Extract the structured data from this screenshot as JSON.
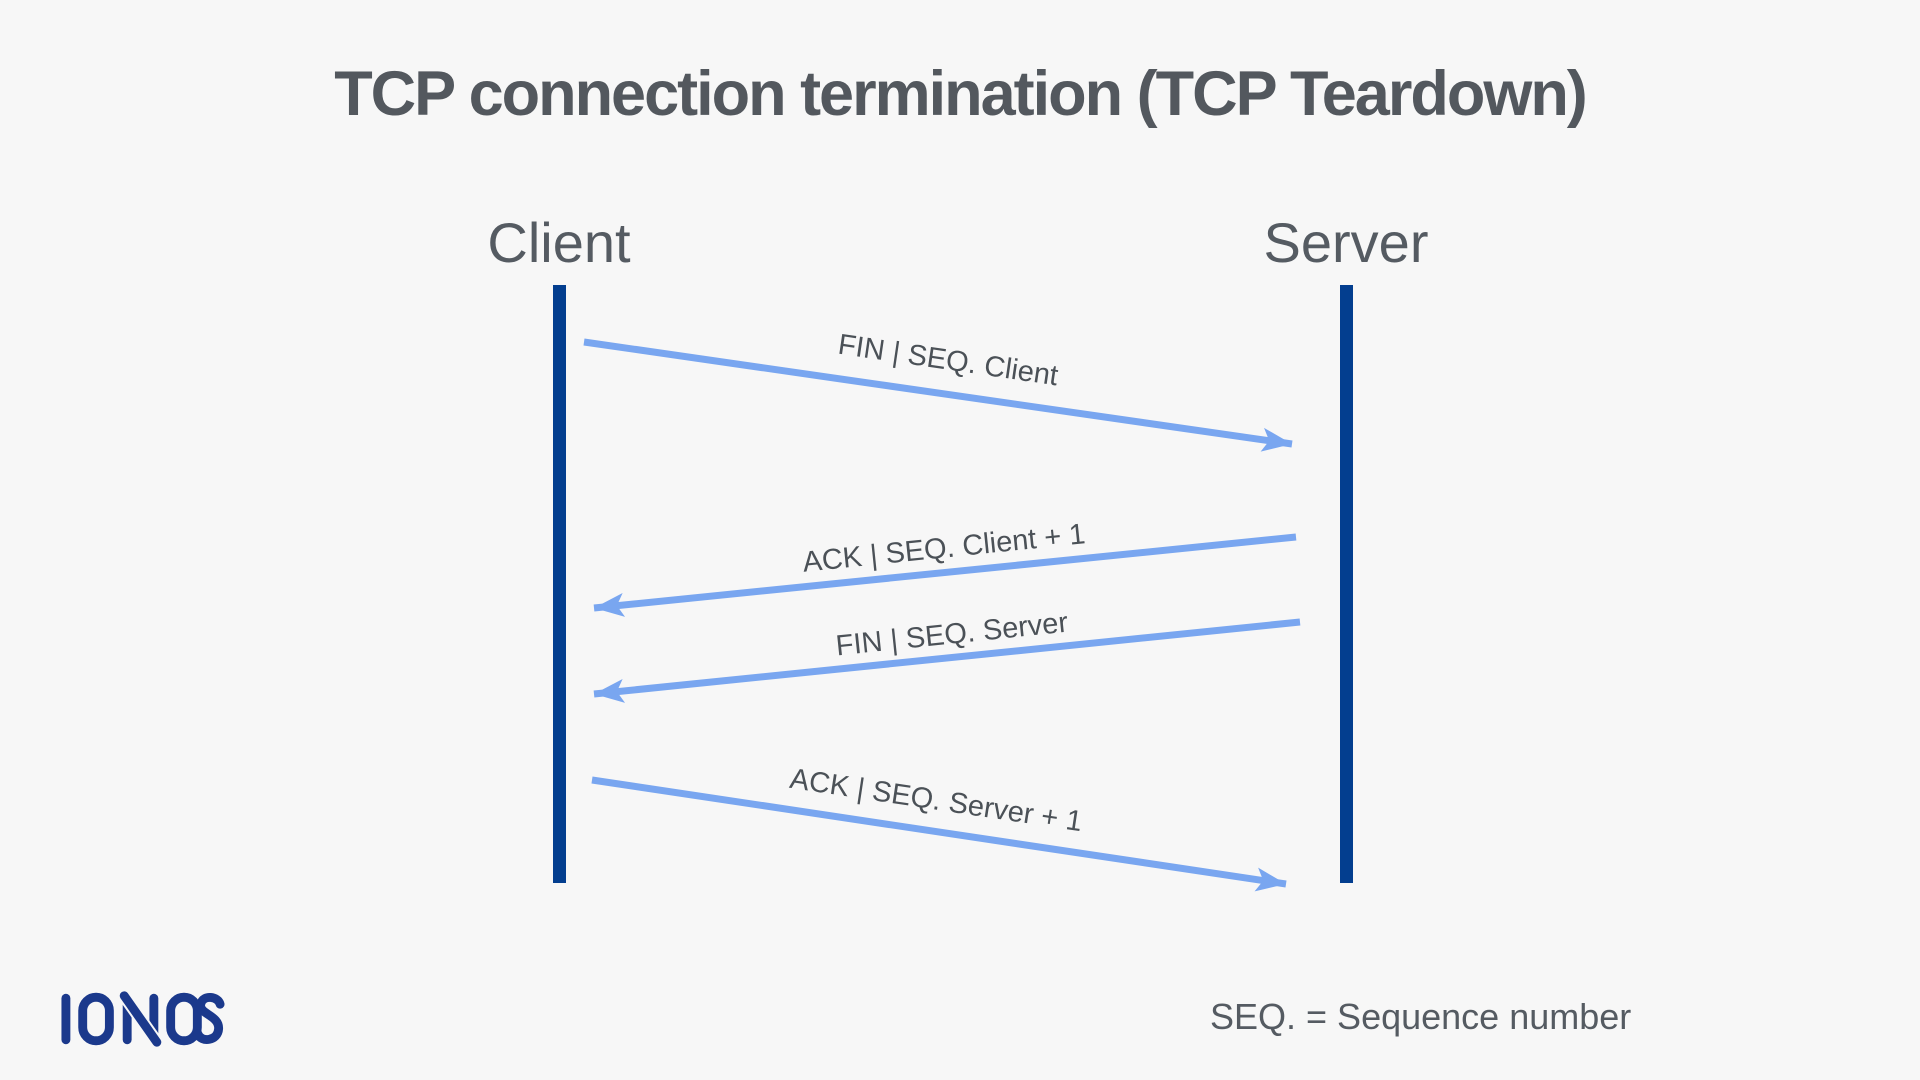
{
  "title": "TCP connection termination (TCP Teardown)",
  "actors": [
    {
      "name": "Client"
    },
    {
      "name": "Server"
    }
  ],
  "messages": [
    {
      "label": "FIN | SEQ. Client",
      "from": "Client",
      "to": "Server"
    },
    {
      "label": "ACK | SEQ. Client + 1",
      "from": "Server",
      "to": "Client"
    },
    {
      "label": "FIN | SEQ. Server",
      "from": "Server",
      "to": "Client"
    },
    {
      "label": "ACK | SEQ. Server + 1",
      "from": "Client",
      "to": "Server"
    }
  ],
  "footer": {
    "logo_text": "IONOS",
    "legend": "SEQ. = Sequence number"
  },
  "colors": {
    "background": "#f7f7f7",
    "title_text": "#53585e",
    "label_text": "#4b5157",
    "lifeline": "#033e8f",
    "arrow": "#79a6f0",
    "logo": "#1b398c"
  }
}
